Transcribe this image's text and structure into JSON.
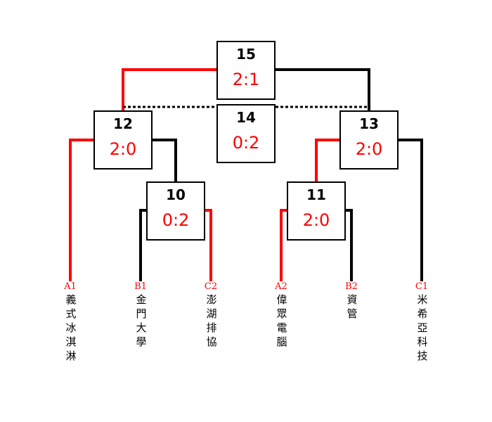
{
  "matches": [
    {
      "id": "15",
      "score": "2:1"
    },
    {
      "id": "14",
      "score": "0:2"
    },
    {
      "id": "12",
      "score": "2:0"
    },
    {
      "id": "13",
      "score": "2:0"
    },
    {
      "id": "10",
      "score": "0:2"
    },
    {
      "id": "11",
      "score": "2:0"
    }
  ],
  "teams": [
    {
      "seed": "A1",
      "name": "義式冰淇淋"
    },
    {
      "seed": "B1",
      "name": "金門大學"
    },
    {
      "seed": "C2",
      "name": "澎湖排協"
    },
    {
      "seed": "A2",
      "name": "偉眾電腦"
    },
    {
      "seed": "B2",
      "name": "資管"
    },
    {
      "seed": "C1",
      "name": "米希亞科技"
    }
  ],
  "colors": {
    "win": "#ff0000",
    "loss": "#000000"
  }
}
